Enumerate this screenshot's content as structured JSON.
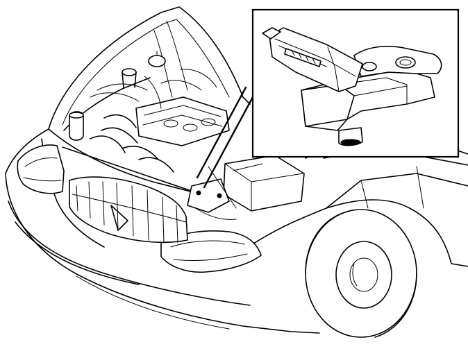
{
  "figure": {
    "colors": {
      "line": "#000000",
      "background": "#ffffff"
    },
    "parts": {
      "vehicle": "car-front-view",
      "engine_bay": "open-hood-engine-compartment",
      "detail": "sensor-connector-closeup",
      "leader": "callout-line"
    }
  }
}
